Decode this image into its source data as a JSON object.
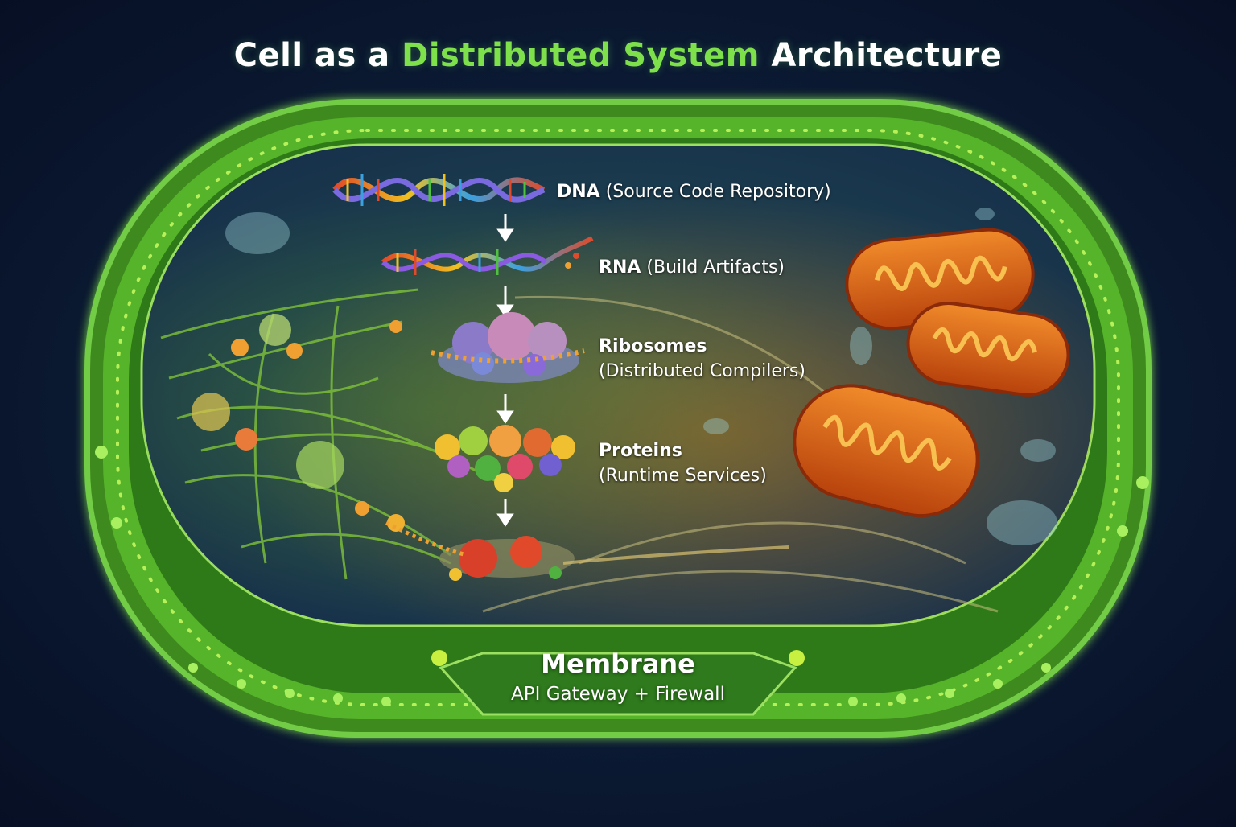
{
  "title": {
    "part1": "Cell as a ",
    "highlight": "Distributed System",
    "part2": " Architecture"
  },
  "colors": {
    "membrane": "#7ee04a",
    "cytoplasm": "#1f4a4a",
    "mitochondria": "#e8661a",
    "highlight_text": "#7ee04a"
  },
  "components": [
    {
      "name": "DNA",
      "role": "(Source Code Repository)"
    },
    {
      "name": "RNA",
      "role": "(Build Artifacts)"
    },
    {
      "name": "Ribosomes",
      "role": "(Distributed Compilers)"
    },
    {
      "name": "Proteins",
      "role": "(Runtime Services)"
    }
  ],
  "membrane": {
    "title": "Membrane",
    "subtitle": "API Gateway + Firewall"
  }
}
